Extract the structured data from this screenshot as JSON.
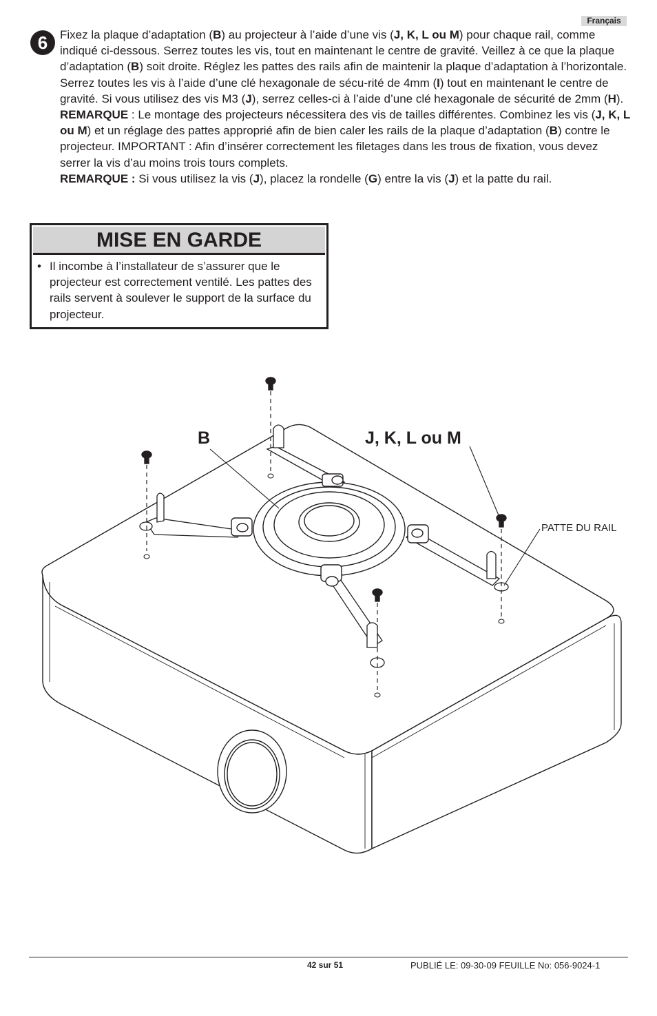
{
  "header": {
    "language": "Français"
  },
  "step": {
    "number": "6",
    "para1": [
      {
        "t": "Fixez la plaque d’adaptation ("
      },
      {
        "t": "B",
        "b": true
      },
      {
        "t": ") au projecteur à l’aide d’une vis ("
      },
      {
        "t": "J, K, L ou M",
        "b": true
      },
      {
        "t": ") pour chaque rail, comme indiqué ci-dessous. Serrez toutes les vis, tout en maintenant le centre de gravité.  Veillez à ce que la plaque d’adaptation ("
      },
      {
        "t": "B",
        "b": true
      },
      {
        "t": ") soit droite. Réglez les pattes des rails afin de maintenir la plaque d’adaptation à l’horizontale. Serrez toutes les vis à l’aide d’une clé hexagonale de sécu-rité de 4mm ("
      },
      {
        "t": "I",
        "b": true
      },
      {
        "t": ") tout en maintenant le centre de gravité.  Si vous utilisez des vis M3 ("
      },
      {
        "t": "J",
        "b": true
      },
      {
        "t": "), serrez celles-ci à l’aide d’une clé hexagonale de sécurité de 2mm ("
      },
      {
        "t": "H",
        "b": true
      },
      {
        "t": ")."
      }
    ],
    "para2": [
      {
        "t": "REMARQUE",
        "b": true
      },
      {
        "t": " : Le montage des projecteurs nécessitera des vis de tailles différentes. Combinez les vis ("
      },
      {
        "t": "J, K, L ou M",
        "b": true
      },
      {
        "t": ") et un réglage des pattes approprié afin de bien caler les rails de la plaque d’adaptation ("
      },
      {
        "t": "B",
        "b": true
      },
      {
        "t": ") contre le projecteur. IMPORTANT : Afin d’insérer correctement les filetages dans les trous de fixation, vous devez serrer la vis d’au moins trois tours complets."
      }
    ],
    "para3": [
      {
        "t": "REMARQUE :",
        "b": true
      },
      {
        "t": " Si vous utilisez la vis ("
      },
      {
        "t": "J",
        "b": true
      },
      {
        "t": "), placez la rondelle ("
      },
      {
        "t": "G",
        "b": true
      },
      {
        "t": ") entre la vis ("
      },
      {
        "t": "J",
        "b": true
      },
      {
        "t": ") et la patte du rail."
      }
    ]
  },
  "warning": {
    "title": "MISE EN GARDE",
    "items": [
      "Il incombe à l’installateur de s’assurer que le projecteur est correctement ventilé. Les pattes des rails servent à soulever le support de la surface du projecteur."
    ]
  },
  "diagram": {
    "label_b": "B",
    "label_screws": "J, K, L ou M",
    "label_rail_foot": "PATTE DU RAIL"
  },
  "footer": {
    "page": "42 sur 51",
    "published": "PUBLIÉ LE: 09-30-09   FEUILLE No: 056-9024-1"
  }
}
